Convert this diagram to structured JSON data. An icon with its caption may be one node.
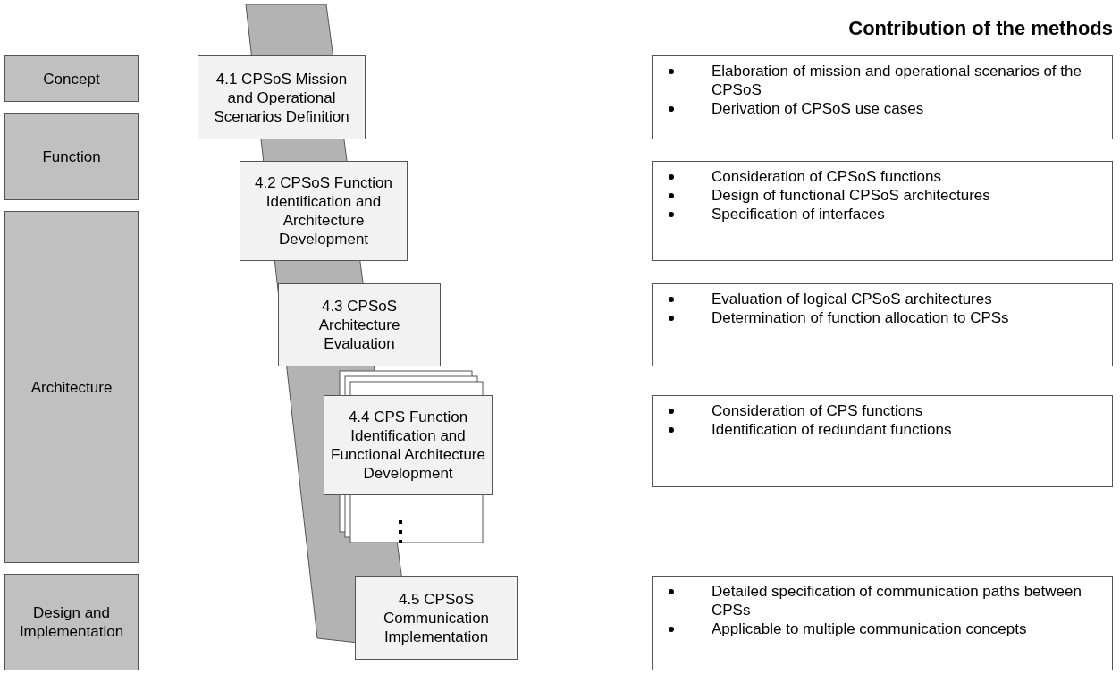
{
  "diagram": {
    "title": "Contribution of the methods",
    "nodes": [
      {
        "text": [
          "Concept"
        ]
      },
      {
        "text": [
          "Function"
        ]
      },
      {
        "text": [
          "Architecture"
        ]
      },
      {
        "text": [
          "Design and Implementation"
        ]
      },
      {
        "text": [
          "4.1 CPSoS Mission and Operational Scenarios Definition"
        ]
      },
      {
        "text": [
          "4.2 CPSoS Function Identification and Architecture Development"
        ]
      },
      {
        "text": [
          "4.3 CPSoS Architecture Evaluation"
        ]
      },
      {
        "text": [
          "4.4 CPS Function Identification and Functional Architecture Development"
        ]
      },
      {
        "text": [
          "4.5 CPSoS Communication Implementation"
        ]
      },
      {
        "text": [
          "Elaboration of mission and operational scenarios of the CPSoS",
          "Derivation of CPSoS use cases"
        ]
      },
      {
        "text": [
          "Consideration of CPSoS functions",
          "Design of functional CPSoS architectures",
          "Specification of interfaces"
        ]
      },
      {
        "text": [
          "Evaluation of logical CPSoS architectures",
          "Determination of function allocation to CPSs"
        ]
      },
      {
        "text": [
          "Consideration of CPS functions",
          "Identification of redundant functions"
        ]
      },
      {
        "text": [
          "Detailed specification of communication paths between CPSs",
          "Applicable to multiple communication concepts"
        ]
      }
    ]
  }
}
